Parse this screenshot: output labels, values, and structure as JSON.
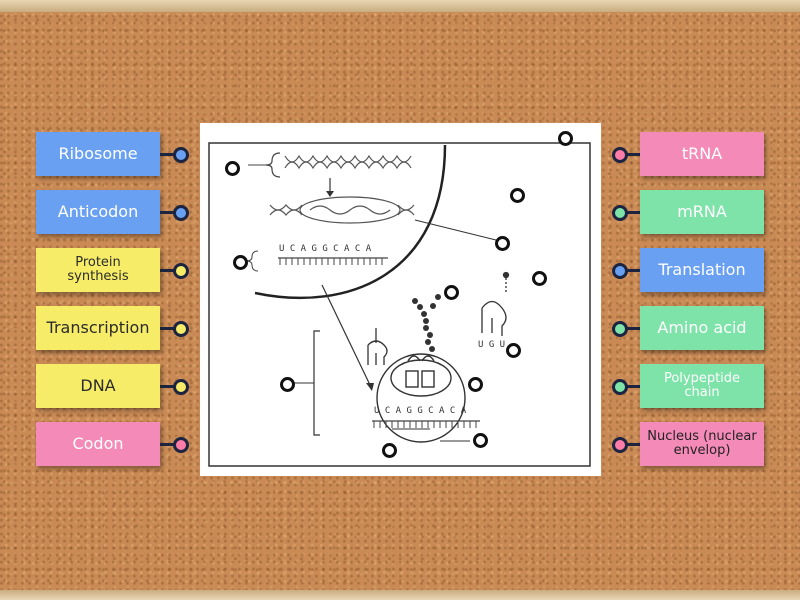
{
  "left_cards": [
    {
      "label": "Ribosome"
    },
    {
      "label": "Anticodon"
    },
    {
      "label": "Protein synthesis"
    },
    {
      "label": "Transcription"
    },
    {
      "label": "DNA"
    },
    {
      "label": "Codon"
    }
  ],
  "right_cards": [
    {
      "label": "tRNA"
    },
    {
      "label": "mRNA"
    },
    {
      "label": "Translation"
    },
    {
      "label": "Amino acid"
    },
    {
      "label": "Polypeptide chain"
    },
    {
      "label": "Nucleus (nuclear envelop)"
    }
  ],
  "diagram": {
    "mrna_sequence": [
      "U",
      "C",
      "A",
      "G",
      "G",
      "C",
      "A",
      "C",
      "A"
    ],
    "ribosome_sequence": [
      "U",
      "C",
      "A",
      "G",
      "G",
      "C",
      "A",
      "C",
      "A"
    ],
    "trna_anticodon": [
      "U",
      "G",
      "U"
    ]
  },
  "colors": {
    "blue": "#6aa0f2",
    "yellow": "#f6ec67",
    "pink": "#f48ab7",
    "green": "#7ee3a8",
    "connector": "#1c2440"
  }
}
